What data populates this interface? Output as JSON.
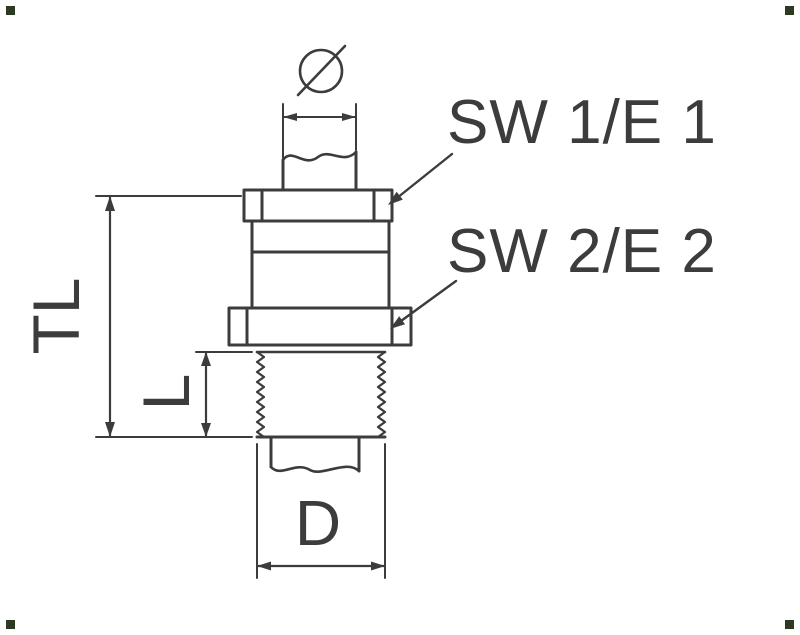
{
  "diagram": {
    "type": "technical-drawing",
    "subject": "Cable gland cross-section with dimension callouts",
    "labels": {
      "diameter": "Ø",
      "sw1": "SW 1/E 1",
      "sw2": "SW 2/E 2",
      "tl": "TL",
      "l": "L",
      "d": "D"
    },
    "colors": {
      "line": "#3c3c3c",
      "background": "#ffffff",
      "corner_mark": "#2c3a24"
    }
  }
}
